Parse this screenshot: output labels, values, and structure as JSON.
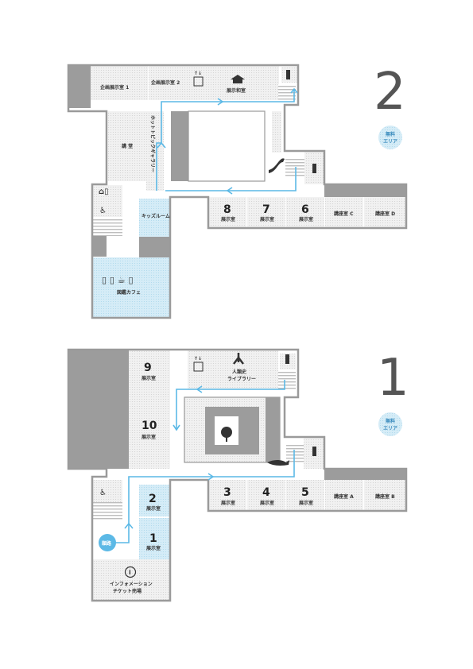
{
  "floor2": {
    "number": "2",
    "free_area": [
      "無料",
      "エリア"
    ],
    "rooms": {
      "kikaku1": "企画展示室 1",
      "kikaku2": "企画展示室 2",
      "washitsu": "展示和室",
      "kodo": "講 堂",
      "hot_topic": "ホットトピックギャラリー",
      "kids": "キッズルーム",
      "cafe": "図鑑カフェ",
      "r8": {
        "num": "8",
        "label": "展示室"
      },
      "r7": {
        "num": "7",
        "label": "展示室"
      },
      "r6": {
        "num": "6",
        "label": "展示室"
      },
      "kozaC": "講座室 C",
      "kozaD": "講座室 D"
    }
  },
  "floor1": {
    "number": "1",
    "free_area": [
      "無料",
      "エリア"
    ],
    "rooms": {
      "r9": {
        "num": "9",
        "label": "展示室"
      },
      "r10": {
        "num": "10",
        "label": "展示室"
      },
      "library": [
        "人類史",
        "ライブラリー"
      ],
      "r2": {
        "num": "2",
        "label": "展示室"
      },
      "r1": {
        "num": "1",
        "label": "展示室"
      },
      "r3": {
        "num": "3",
        "label": "展示室"
      },
      "r4": {
        "num": "4",
        "label": "展示室"
      },
      "r5": {
        "num": "5",
        "label": "展示室"
      },
      "kozaA": "講座室 A",
      "kozaB": "講座室 B",
      "entrance": "順路",
      "info": [
        "インフォメーション",
        "チケット売場"
      ]
    }
  }
}
